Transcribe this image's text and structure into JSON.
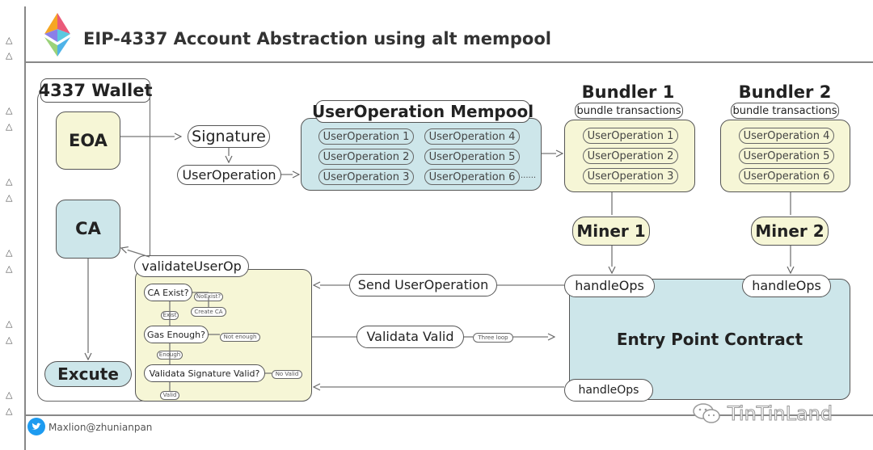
{
  "title": "EIP-4337 Account Abstraction using alt mempool",
  "wallet": {
    "title": "4337 Wallet",
    "eoa": "EOA",
    "ca": "CA",
    "excute": "Excute"
  },
  "flow": {
    "signature": "Signature",
    "user_operation": "UserOperation",
    "validate_user_op": "validateUserOp",
    "send_user_operation": "Send UserOperation",
    "validata_valid": "Validata Valid",
    "three_loop": "Three loop"
  },
  "mempool": {
    "title": "UserOperation Mempool",
    "ops": [
      "UserOperation 1",
      "UserOperation 4",
      "UserOperation 2",
      "UserOperation 5",
      "UserOperation 3",
      "UserOperation 6"
    ],
    "ellipsis": "......"
  },
  "bundler1": {
    "title": "Bundler 1",
    "subtitle": "bundle transactions",
    "ops": [
      "UserOperation 1",
      "UserOperation 2",
      "UserOperation 3"
    ],
    "miner": "Miner 1"
  },
  "bundler2": {
    "title": "Bundler 2",
    "subtitle": "bundle transactions",
    "ops": [
      "UserOperation 4",
      "UserOperation 5",
      "UserOperation 6"
    ],
    "miner": "Miner 2"
  },
  "entry_point": {
    "title": "Entry Point Contract",
    "handle_ops_1": "handleOps",
    "handle_ops_2": "handleOps",
    "handle_ops_3": "handleOps"
  },
  "validation": {
    "ca_exist": "CA Exist?",
    "no_exist": "NoExist?",
    "exist": "Exist",
    "create_ca": "Create CA",
    "gas_enough": "Gas Enough?",
    "not_enough": "Not enough",
    "enough": "Enough",
    "validata_signature": "Validata Signature Valid?",
    "no_valid": "No Valid",
    "valid": "Valid"
  },
  "footer": {
    "twitter_handle": "Maxlion@zhunianpan",
    "brand": "TinTinLand"
  },
  "colors": {
    "yellow_fill": "#f6f6d6",
    "blue_fill": "#cde6ea",
    "stroke": "#555555",
    "twitter_blue": "#1d9bf0"
  },
  "icons": [
    "ethereum-logo-icon",
    "twitter-bird-icon",
    "wechat-icon",
    "triangle-marker-icon"
  ]
}
